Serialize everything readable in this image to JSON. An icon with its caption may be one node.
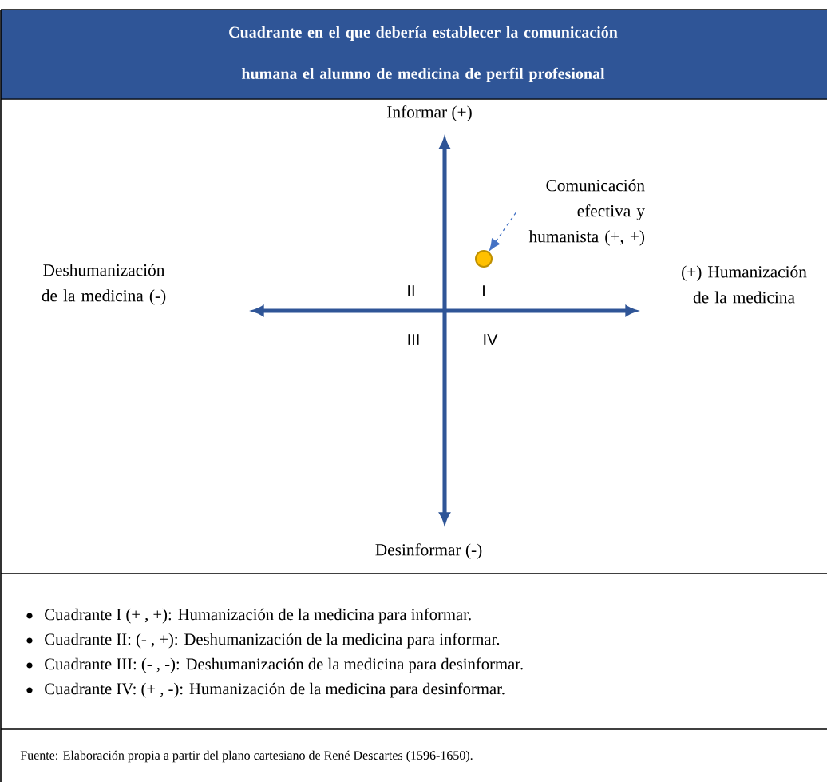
{
  "diagram": {
    "title": "Cuadrante en el que debería establecer la comunicación humana el alumno de medicina de perfil profesional",
    "caption": "Fuente: Elaboración propia a partir del plano cartesiano de René Descartes (1596-1650).",
    "nodes": [
      {
        "text": [
          "Comunicación efectiva y humanista (+, +)"
        ]
      },
      {
        "text": [],
        "shape": "circle"
      }
    ],
    "edges": [
      {
        "from": 0,
        "to": 1,
        "arrow": "to",
        "style": "dashed",
        "color": "#4472c4"
      }
    ],
    "labels": [
      "Informar (+)",
      "Deshumanización de la medicina (-)",
      "II",
      "I",
      "(+) Humanización de la medicina",
      "III",
      "IV",
      "Desinformar (-)",
      "Cuadrante I (+ , +): Humanización de la medicina para informar.",
      "Cuadrante II: (- , +): Deshumanización de la medicina para informar.",
      "Cuadrante III: (- , -): Deshumanización de la medicina para desinformar.",
      "Cuadrante IV: (+ , -): Humanización de la medicina para desinformar."
    ]
  }
}
